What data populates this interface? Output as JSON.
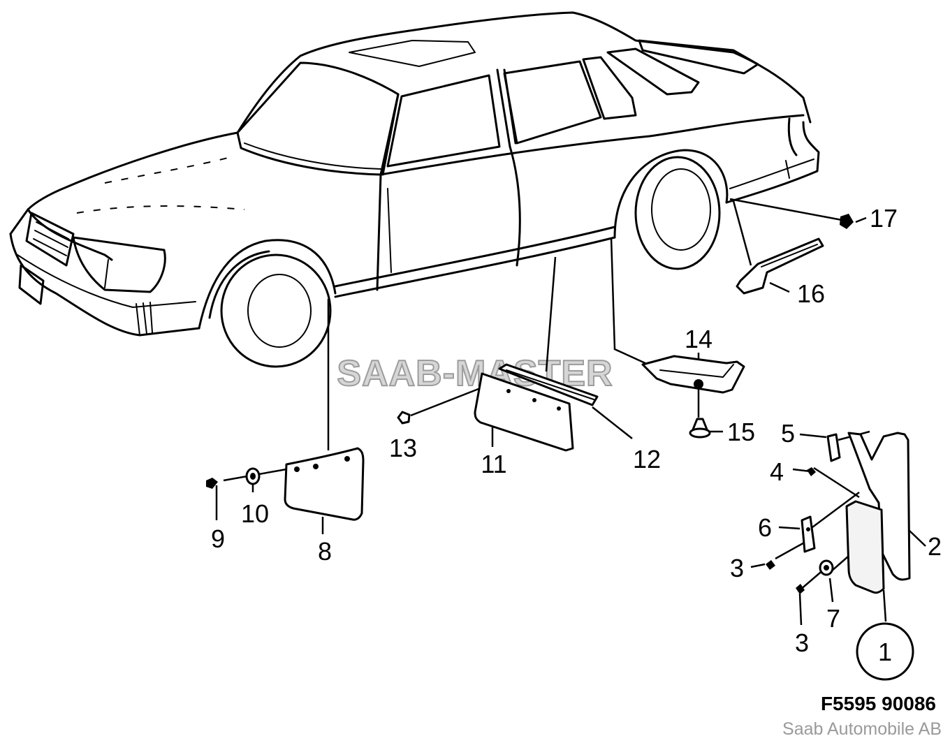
{
  "diagram": {
    "code": "F5595 90086",
    "copyright": "Saab Automobile AB",
    "watermark": "SAAB-MASTER",
    "callouts": {
      "p1": "1",
      "p2": "2",
      "p3a": "3",
      "p3b": "3",
      "p4": "4",
      "p5": "5",
      "p6": "6",
      "p7": "7",
      "p8": "8",
      "p9": "9",
      "p10": "10",
      "p11": "11",
      "p12": "12",
      "p13": "13",
      "p14": "14",
      "p15": "15",
      "p16": "16",
      "p17": "17"
    }
  },
  "colors": {
    "ink": "#000000",
    "background": "#ffffff",
    "copyright": "#9a9a9a",
    "watermark": "#d6d6d6"
  }
}
